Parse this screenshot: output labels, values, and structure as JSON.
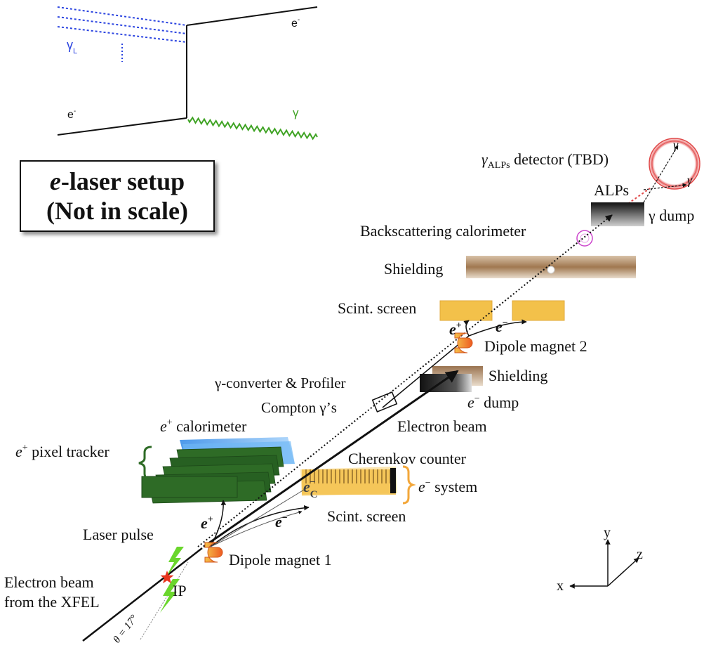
{
  "feynman": {
    "laser_label": "γ",
    "laser_sub": "L",
    "electron_out": "e",
    "electron_in": "e",
    "electron_sup": "-",
    "photon_out": "γ"
  },
  "setup_box": {
    "line1_italic": "e",
    "line1_rest": "-laser setup",
    "line2": "(Not in scale)"
  },
  "labels": {
    "alps_detector_gamma": "γ",
    "alps_detector_sub": "ALPs",
    "alps_detector_rest": " detector (TBD)",
    "detector_gamma_1": "γ",
    "detector_gamma_2": "γ",
    "alps": "ALPs",
    "gamma_dump": "γ dump",
    "backscattering_calorimeter": "Backscattering calorimeter",
    "shielding_top": "Shielding",
    "scint_screen_top": "Scint. screen",
    "positron_top": "e",
    "electron_top": "e",
    "dipole_magnet_2": "Dipole magnet 2",
    "shielding_mid": "Shielding",
    "electron_dump_e": "e",
    "electron_dump_rest": " dump",
    "gamma_converter": "γ-converter & Profiler",
    "compton_gammas": "Compton γ’s",
    "electron_beam": "Electron beam",
    "positron_calorimeter_e": "e",
    "positron_calorimeter_rest": " calorimeter",
    "positron_tracker_e": "e",
    "positron_tracker_rest": " pixel tracker",
    "cherenkov_counter": "Cherenkov counter",
    "electron_system_e": "e",
    "electron_system_rest": " system",
    "ec_label": "e",
    "ec_sub": "C",
    "scint_screen_bottom": "Scint. screen",
    "positron_bottom": "e",
    "electron_bottom": "e",
    "laser_pulse": "Laser pulse",
    "dipole_magnet_1": "Dipole magnet 1",
    "electron_beam_xfel_1": "Electron beam",
    "electron_beam_xfel_2": "from the XFEL",
    "ip": "IP",
    "theta": "θ = 17°"
  },
  "axes": {
    "x": "x",
    "y": "y",
    "z": "z"
  },
  "colors": {
    "laser_blue": "#2b44e0",
    "photon_green": "#3fa324",
    "scint_orange": "#f3c14a",
    "shield_brown": "#b08a60",
    "tracker_green": "#2e6b26",
    "calorimeter_blue": "#4aa3f0",
    "magnet_orange": "#f07a2a",
    "detector_red": "#e04848",
    "calorimeter_purple": "#cc44cc",
    "ip_star_red": "#e8341c",
    "laser_bolt_green": "#6ad62c"
  }
}
